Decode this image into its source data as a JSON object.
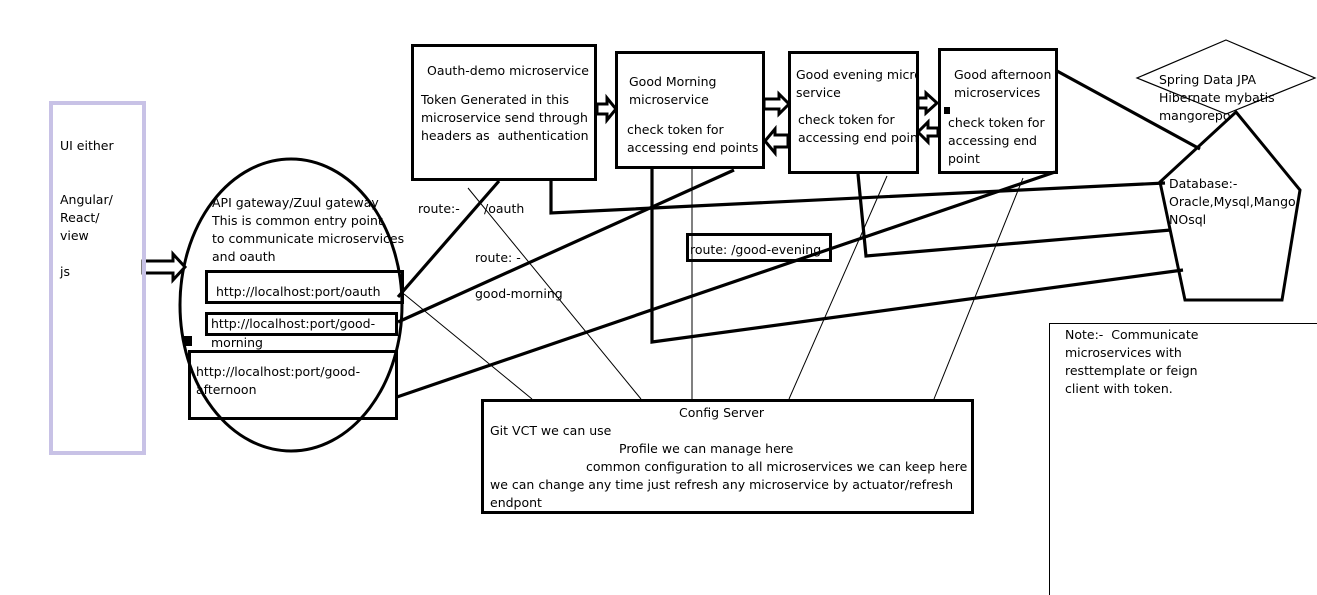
{
  "ui": {
    "line1": "UI either",
    "line2": "Angular/",
    "line3": "React/",
    "line4": "view",
    "line5": "js"
  },
  "gateway": {
    "line1": "API gateway/Zuul gateway",
    "line2": "This is common entry point",
    "line3": "to communicate microservices",
    "line4": "and oauth",
    "url_oauth": "http://localhost:port/oauth",
    "url_morning_1": "http://localhost:port/good-",
    "url_morning_2": "morning",
    "url_afternoon_1": "http://localhost:port/good-",
    "url_afternoon_2": "afternoon"
  },
  "oauth": {
    "title": "Oauth-demo microservice",
    "line1": "Token Generated in this",
    "line2": "microservice send through",
    "line3": "headers as  authentication"
  },
  "morning": {
    "line1": "Good Morning",
    "line2": "microservice",
    "line3": "check token for",
    "line4": "accessing end points"
  },
  "evening": {
    "line1": "Good evening micro",
    "line2": "service",
    "line3": "check token for",
    "line4": "accessing end point"
  },
  "afternoon": {
    "line1": "Good afternoon",
    "line2": "microservices",
    "line3": "check token for",
    "line4": "accessing end",
    "line5": "point"
  },
  "jpa": {
    "line1": "Spring Data JPA",
    "line2": "Hibernate mybatis",
    "line3": "mangorepo"
  },
  "database": {
    "line1": "Database:-",
    "line2": "Oracle,Mysql,Mango,",
    "line3": "NOsql"
  },
  "routes": {
    "oauth_prefix": "route:-",
    "oauth_path": "/oauth",
    "morning_prefix": "route: -",
    "morning_path": "good-morning",
    "evening": "route: /good-evening"
  },
  "config": {
    "title": "Config Server",
    "line1": "Git VCT we can use",
    "line2": "Profile we can manage here",
    "line3": "common configuration to all microservices we can keep here",
    "line4": "we can change any time just refresh any microservice by actuator/refresh",
    "line5": "endpont"
  },
  "note": {
    "line1": "Note:-  Communicate",
    "line2": "microservices with",
    "line3": "resttemplate or feign",
    "line4": "client with token."
  },
  "colors": {
    "ui_border": "#c8c2e6",
    "stroke": "#000000",
    "background": "#ffffff"
  }
}
